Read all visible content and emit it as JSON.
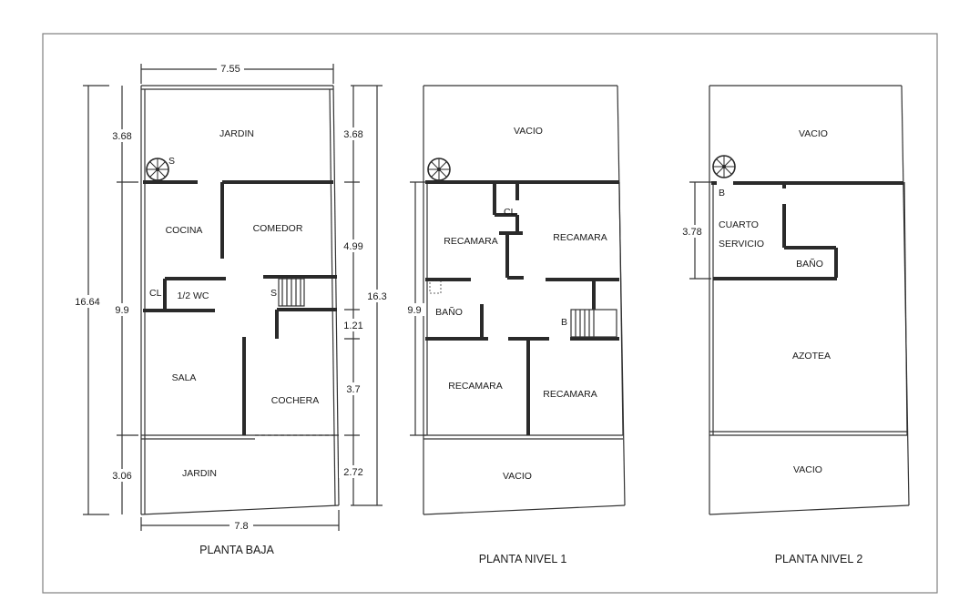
{
  "frame_color": "#808080",
  "line_color": "#2a2a2a",
  "plans": {
    "baja": {
      "title": "PLANTA BAJA",
      "rooms": {
        "jardin_top": "JARDIN",
        "cocina": "COCINA",
        "comedor": "COMEDOR",
        "cl": "CL",
        "medio_wc": "1/2 WC",
        "sala": "SALA",
        "cochera": "COCHERA",
        "jardin_bottom": "JARDIN",
        "stair_mark": "S",
        "spiral_mark": "S"
      },
      "dims": {
        "top_width": "7.55",
        "bottom_width": "7.8",
        "left_total": "16.64",
        "left_top": "3.68",
        "left_mid": "9.9",
        "left_bottom": "3.06",
        "right_total": "16.3",
        "right_top": "3.68",
        "right_1": "4.99",
        "right_2": "1.21",
        "right_3": "3.7",
        "right_bottom": "2.72"
      }
    },
    "nivel1": {
      "title": "PLANTA NIVEL 1",
      "rooms": {
        "vacio_top": "VACIO",
        "cl": "CL",
        "recamara_tl": "RECAMARA",
        "recamara_tr": "RECAMARA",
        "bano": "BAÑO",
        "stair_mark": "B",
        "recamara_bl": "RECAMARA",
        "recamara_br": "RECAMARA",
        "vacio_bottom": "VACIO"
      },
      "dims": {
        "left": "9.9"
      }
    },
    "nivel2": {
      "title": "PLANTA NIVEL 2",
      "rooms": {
        "vacio_top": "VACIO",
        "spiral_mark": "B",
        "cuarto_line1": "CUARTO",
        "cuarto_line2": "SERVICIO",
        "bano": "BAÑO",
        "azotea": "AZOTEA",
        "vacio_bottom": "VACIO"
      },
      "dims": {
        "left": "3.78"
      }
    }
  }
}
